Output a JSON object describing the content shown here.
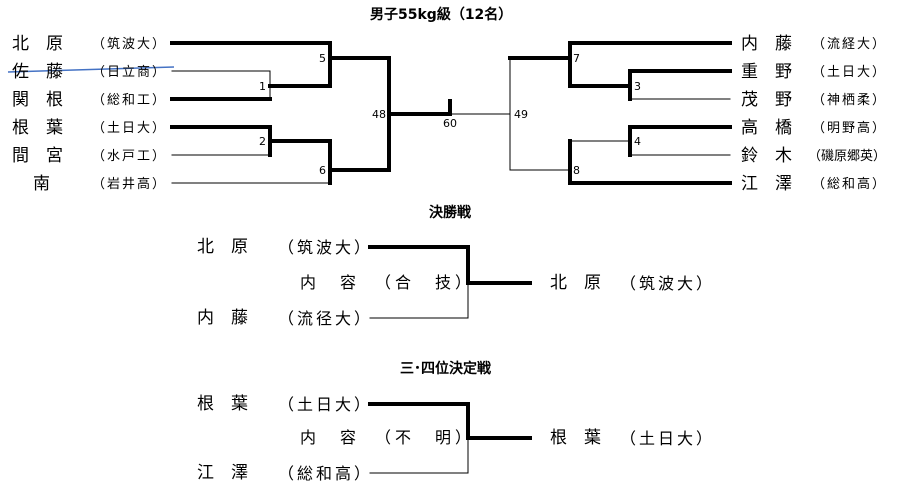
{
  "bracket": {
    "title": "男子55kg級（12名）",
    "left": [
      {
        "name": "北　原",
        "team": "（筑波大）"
      },
      {
        "name": "佐　藤",
        "team": "（日立商）"
      },
      {
        "name": "関　根",
        "team": "（総和工）"
      },
      {
        "name": "根　葉",
        "team": "（土日大）"
      },
      {
        "name": "間　宮",
        "team": "（水戸工）"
      },
      {
        "name": "南",
        "team": "（岩井高）"
      }
    ],
    "right": [
      {
        "name": "内　藤",
        "team": "（流経大）"
      },
      {
        "name": "重　野",
        "team": "（土日大）"
      },
      {
        "name": "茂　野",
        "team": "（神栖柔）"
      },
      {
        "name": "高　橋",
        "team": "（明野高）"
      },
      {
        "name": "鈴　木",
        "team": "（磯原郷英）"
      },
      {
        "name": "江　澤",
        "team": "（総和高）"
      }
    ],
    "match_numbers": {
      "m1": "1",
      "m2": "2",
      "m3": "3",
      "m4": "4",
      "m5": "5",
      "m6": "6",
      "m7": "7",
      "m8": "8",
      "m48": "48",
      "m49": "49",
      "m60": "60"
    }
  },
  "final": {
    "title": "決勝戦",
    "top": {
      "name": "北　原",
      "team": "（筑波大）"
    },
    "bottom": {
      "name": "内　藤",
      "team": "（流径大）"
    },
    "content_label": "内　容",
    "content_value": "（合　技）",
    "winner": {
      "name": "北　原",
      "team": "（筑波大）"
    }
  },
  "third": {
    "title": "三･四位決定戦",
    "top": {
      "name": "根　葉",
      "team": "（土日大）"
    },
    "bottom": {
      "name": "江　澤",
      "team": "（総和高）"
    },
    "content_label": "内　容",
    "content_value": "（不　明）",
    "winner": {
      "name": "根　葉",
      "team": "（土日大）"
    }
  },
  "colors": {
    "line": "#000000",
    "strike": "#4472c4"
  }
}
